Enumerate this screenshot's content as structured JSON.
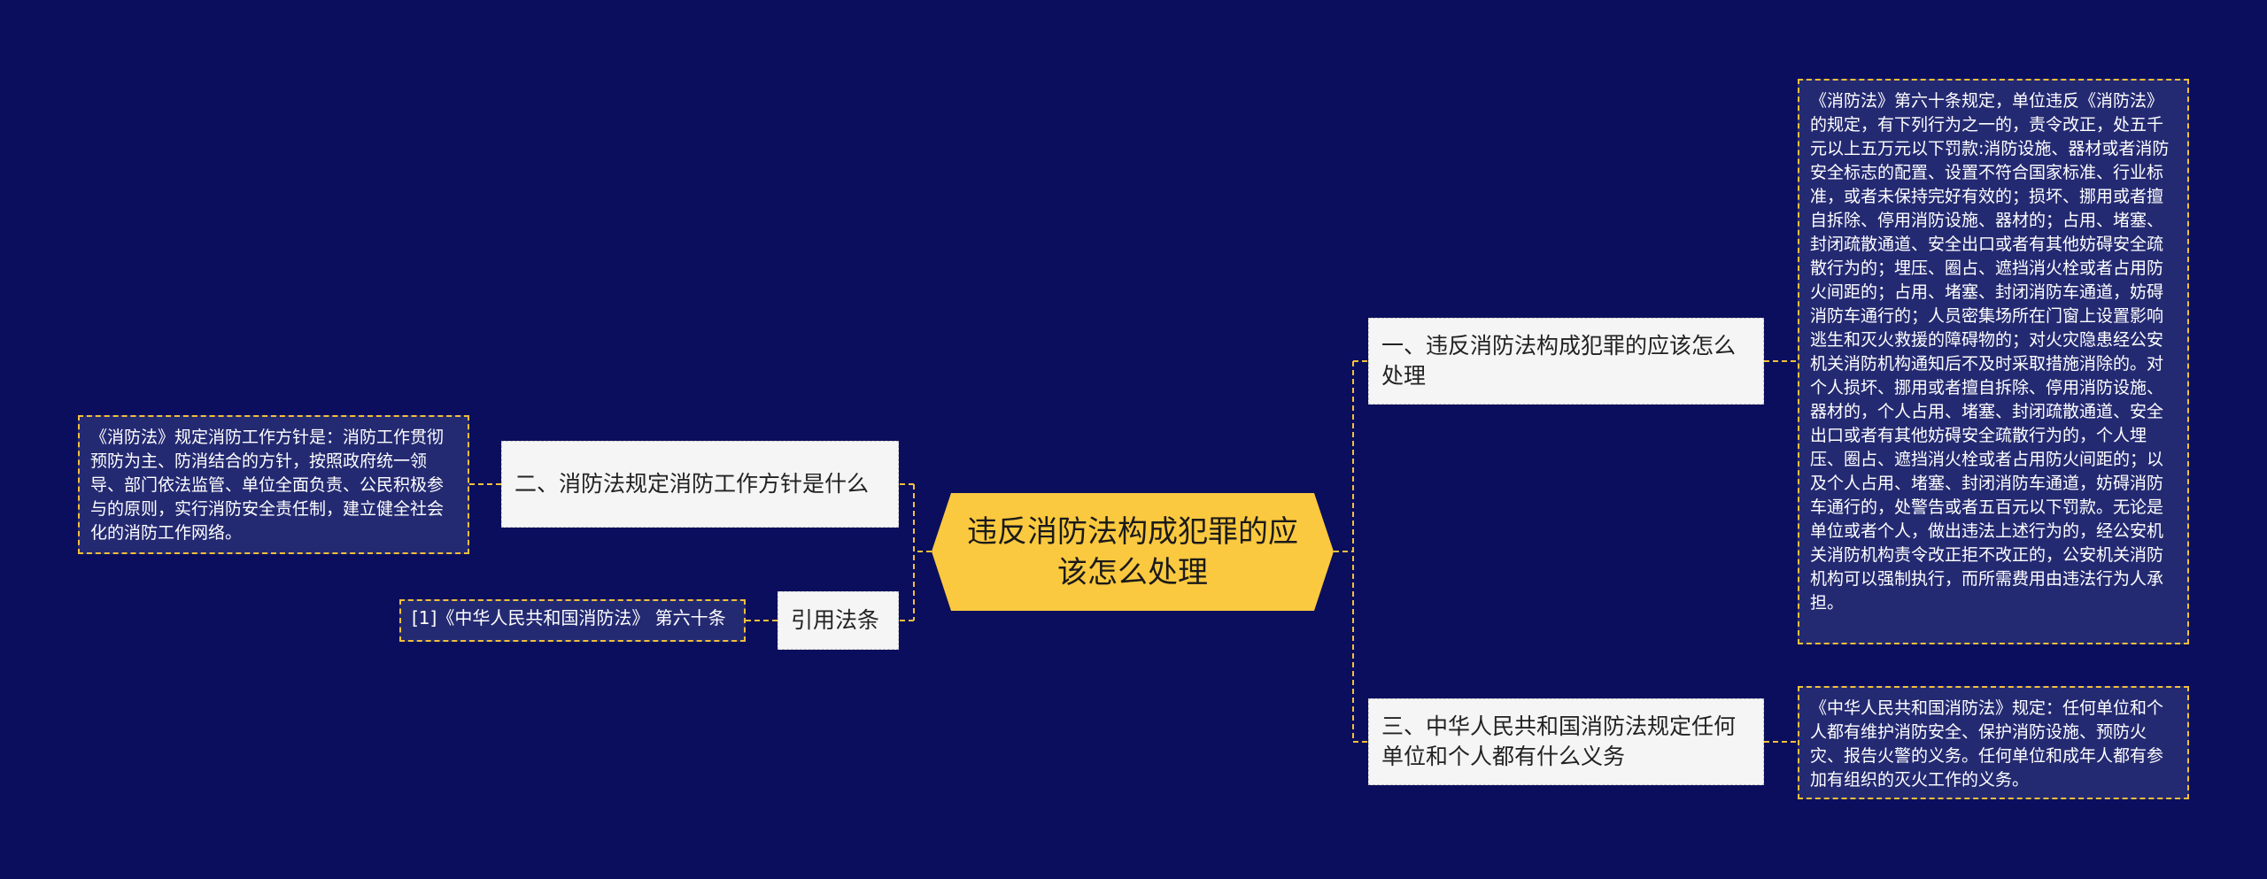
{
  "center": {
    "title": "违反消防法构成犯罪的应该怎么处理"
  },
  "topics": {
    "t1": "一、违反消防法构成犯罪的应该怎么处理",
    "t2": "二、消防法规定消防工作方针是什么",
    "t3": "三、中华人民共和国消防法规定任何单位和个人都有什么义务",
    "t4": "引用法条"
  },
  "leaves": {
    "l1": "《消防法》第六十条规定，单位违反《消防法》的规定，有下列行为之一的，责令改正，处五千元以上五万元以下罚款:消防设施、器材或者消防安全标志的配置、设置不符合国家标准、行业标准，或者未保持完好有效的；损坏、挪用或者擅自拆除、停用消防设施、器材的；占用、堵塞、封闭疏散通道、安全出口或者有其他妨碍安全疏散行为的；埋压、圈占、遮挡消火栓或者占用防火间距的；占用、堵塞、封闭消防车通道，妨碍消防车通行的；人员密集场所在门窗上设置影响逃生和灭火救援的障碍物的；对火灾隐患经公安机关消防机构通知后不及时采取措施消除的。对个人损坏、挪用或者擅自拆除、停用消防设施、器材的，个人占用、堵塞、封闭疏散通道、安全出口或者有其他妨碍安全疏散行为的，个人埋压、圈占、遮挡消火栓或者占用防火间距的；以及个人占用、堵塞、封闭消防车通道，妨碍消防车通行的，处警告或者五百元以下罚款。无论是单位或者个人，做出违法上述行为的，经公安机关消防机构责令改正拒不改正的，公安机关消防机构可以强制执行，而所需费用由违法行为人承担。",
    "l2": "《消防法》规定消防工作方针是：消防工作贯彻预防为主、防消结合的方针，按照政府统一领导、部门依法监管、单位全面负责、公民积极参与的原则，实行消防安全责任制，建立健全社会化的消防工作网络。",
    "l3": "《中华人民共和国消防法》规定：任何单位和个人都有维护消防安全、保护消防设施、预防火灾、报告火警的义务。任何单位和成年人都有参加有组织的灭火工作的义务。",
    "l4": "[1]《中华人民共和国消防法》 第六十条"
  },
  "colors": {
    "background": "#0b0e5c",
    "center_fill": "#fbc93f",
    "connector": "#f2c03b",
    "topic_fill": "#f5f5f5",
    "leaf_fill": "#242a72"
  }
}
